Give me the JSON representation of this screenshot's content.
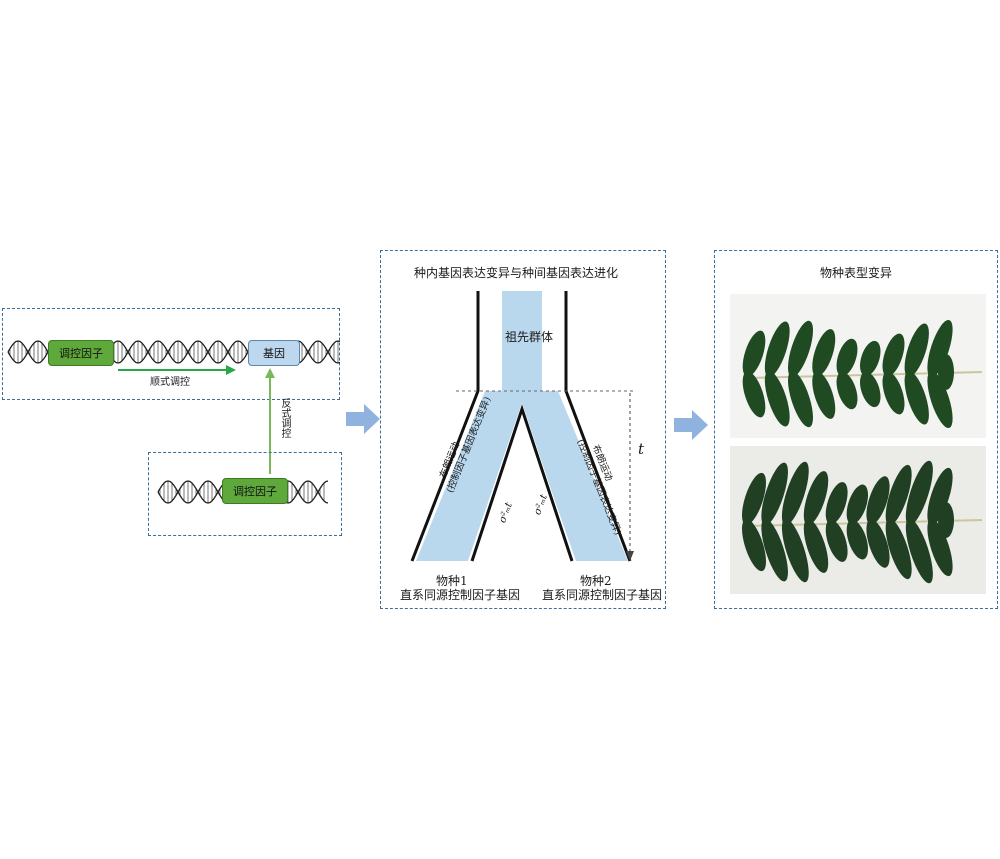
{
  "panel_left": {
    "regulator_label_top": "调控因子",
    "gene_label": "基因",
    "cis_label": "顺式调控",
    "trans_label": "反式调控",
    "regulator_label_bottom": "调控因子"
  },
  "panel_middle": {
    "title": "种内基因表达变异与种间基因表达进化",
    "ancestor_label": "祖先群体",
    "time_label": "t",
    "left_branch_line1": "布朗运动",
    "left_branch_line2": "(控制因子基因表达变异)",
    "right_branch_line1": "布朗运动",
    "right_branch_line2": "(控制因子基因表达变异)",
    "sigma_left": "σ²ₘt",
    "sigma_right": "σ²ₘt",
    "species1_name": "物种1",
    "species1_desc": "直系同源控制因子基因",
    "species2_name": "物种2",
    "species2_desc": "直系同源控制因子基因"
  },
  "panel_right": {
    "title": "物种表型变异"
  },
  "colors": {
    "panel_border": "#3a6f9a",
    "regulator_fill": "#5fa83c",
    "gene_fill": "#bcd7ee",
    "cis_arrow": "#2aa64a",
    "trans_arrow": "#7bb85a",
    "branch_fill": "#b9d8ee",
    "flow_arrow": "#8fb3de",
    "leaf": "#1f4a22"
  }
}
